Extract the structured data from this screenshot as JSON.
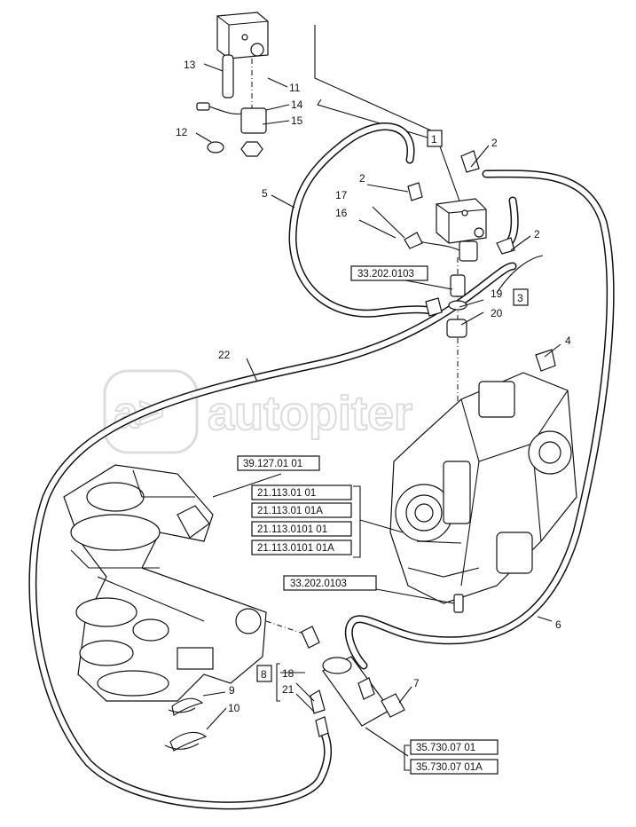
{
  "watermark": {
    "text": "autopiter"
  },
  "callouts": {
    "c1": "1",
    "c2a": "2",
    "c2b": "2",
    "c2c": "2",
    "c3": "3",
    "c4": "4",
    "c5": "5",
    "c6": "6",
    "c7": "7",
    "c8": "8",
    "c9": "9",
    "c10": "10",
    "c11": "11",
    "c12": "12",
    "c13": "13",
    "c14": "14",
    "c15": "15",
    "c16": "16",
    "c17": "17",
    "c18": "18",
    "c19": "19",
    "c20": "20",
    "c21": "21",
    "c22": "22"
  },
  "references": {
    "r_33202_top": "33.202.0103",
    "r_39127": "39.127.01 01",
    "r_21113_a": "21.113.01 01",
    "r_21113_b": "21.113.01 01A",
    "r_21113_c": "21.113.0101 01",
    "r_21113_d": "21.113.0101 01A",
    "r_33202_mid": "33.202.0103",
    "r_35730_a": "35.730.07 01",
    "r_35730_b": "35.730.07 01A"
  }
}
